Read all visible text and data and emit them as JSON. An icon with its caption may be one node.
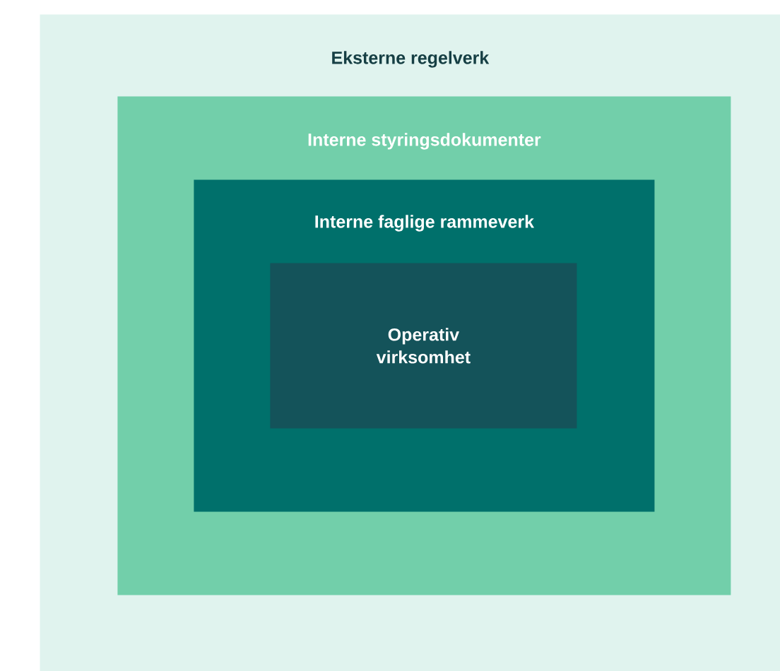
{
  "diagram": {
    "nodes": [
      {
        "text": [
          "Eksterne regelverk"
        ]
      },
      {
        "text": [
          "Interne styringsdokumenter"
        ],
        "in": 0
      },
      {
        "text": [
          "Interne faglige rammeverk"
        ],
        "in": 1
      },
      {
        "text": [
          "Operativ virksomhet"
        ],
        "in": 2
      }
    ]
  }
}
